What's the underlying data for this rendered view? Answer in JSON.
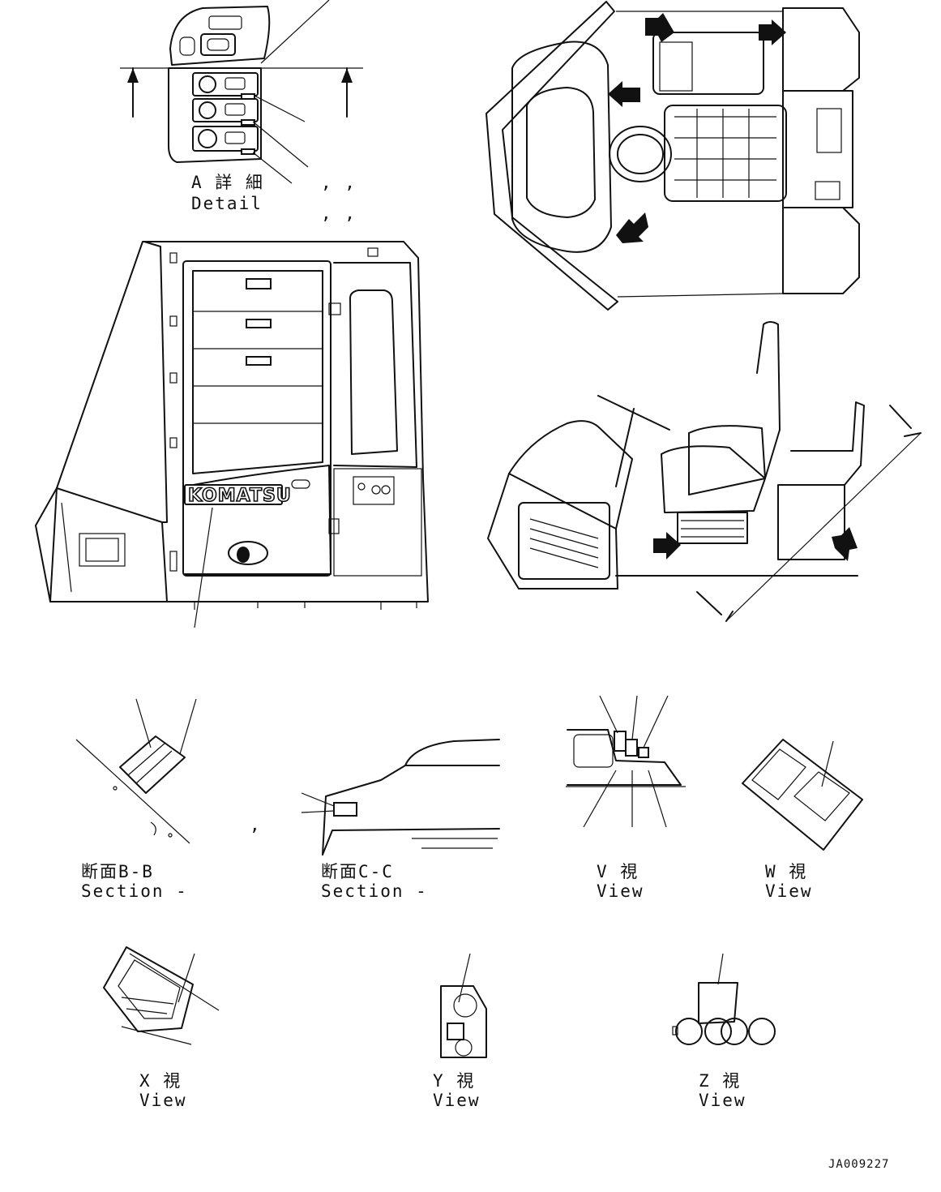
{
  "views": {
    "detail_a": {
      "title": "A 詳 細",
      "subtitle": "Detail",
      "marks_1": ", ,",
      "marks_2": ", ,"
    },
    "section_b": {
      "title": "断面B-B",
      "subtitle": "Section -"
    },
    "section_c": {
      "title": "断面C-C",
      "subtitle": "Section -"
    },
    "view_v": {
      "title": "V 視",
      "subtitle": "View"
    },
    "view_w": {
      "title": "W 視",
      "subtitle": "View"
    },
    "view_x": {
      "title": "X 視",
      "subtitle": "View"
    },
    "view_y": {
      "title": "Y 視",
      "subtitle": "View"
    },
    "view_z": {
      "title": "Z 視",
      "subtitle": "View"
    }
  },
  "stray_mark": ",",
  "brand_logo": "KOMATSU",
  "drawing_number": "JA009227"
}
